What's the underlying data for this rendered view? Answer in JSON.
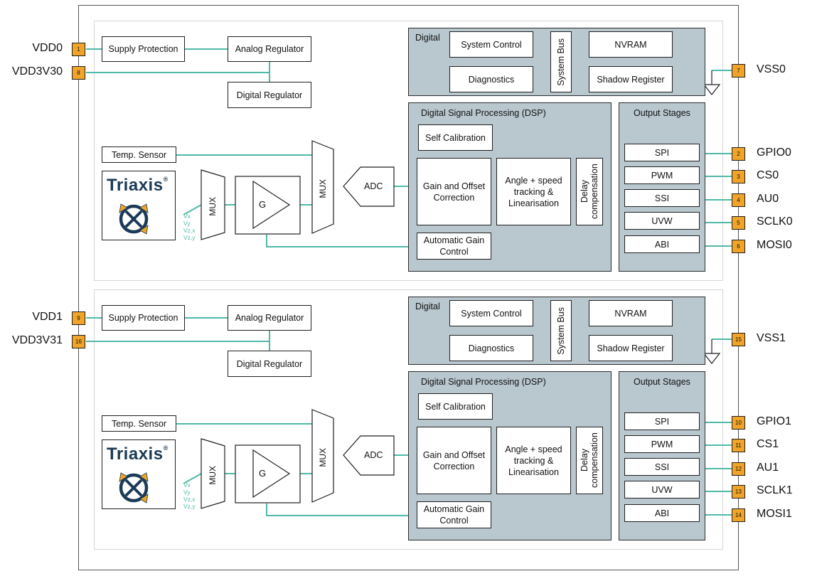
{
  "dies": [
    {
      "supply_protection": "Supply Protection",
      "analog_regulator": "Analog Regulator",
      "digital_regulator": "Digital Regulator",
      "temp_sensor": "Temp. Sensor",
      "logo_text": "Triaxis",
      "logo_mark": "®",
      "mux1": "MUX",
      "gain": "G",
      "mux2": "MUX",
      "adc": "ADC",
      "signals": [
        "Vx",
        "Vy",
        "Vz,x",
        "Vz,y"
      ],
      "digital": {
        "title": "Digital",
        "system_control": "System Control",
        "diagnostics": "Diagnostics",
        "system_bus": "System Bus",
        "nvram": "NVRAM",
        "shadow_register": "Shadow Register"
      },
      "dsp": {
        "title": "Digital Signal Processing (DSP)",
        "self_calibration": "Self Calibration",
        "gain_offset": "Gain and Offset Correction",
        "angle_speed": "Angle + speed tracking & Linearisation",
        "delay": "Delay compensation",
        "agc": "Automatic Gain Control"
      },
      "output_stages": {
        "title": "Output Stages",
        "items": [
          "SPI",
          "PWM",
          "SSI",
          "UVW",
          "ABI"
        ]
      },
      "pins": {
        "vdd": {
          "num": "1",
          "label": "VDD0"
        },
        "vdd3v3": {
          "num": "8",
          "label": "VDD3V30"
        },
        "vss": {
          "num": "7",
          "label": "VSS0"
        },
        "outputs": [
          {
            "num": "2",
            "label": "GPIO0"
          },
          {
            "num": "3",
            "label": "CS0"
          },
          {
            "num": "4",
            "label": "AU0"
          },
          {
            "num": "5",
            "label": "SCLK0"
          },
          {
            "num": "6",
            "label": "MOSI0"
          }
        ]
      }
    },
    {
      "supply_protection": "Supply Protection",
      "analog_regulator": "Analog Regulator",
      "digital_regulator": "Digital Regulator",
      "temp_sensor": "Temp. Sensor",
      "logo_text": "Triaxis",
      "logo_mark": "®",
      "mux1": "MUX",
      "gain": "G",
      "mux2": "MUX",
      "adc": "ADC",
      "signals": [
        "Vx",
        "Vy",
        "Vz,x",
        "Vz,y"
      ],
      "digital": {
        "title": "Digital",
        "system_control": "System Control",
        "diagnostics": "Diagnostics",
        "system_bus": "System Bus",
        "nvram": "NVRAM",
        "shadow_register": "Shadow Register"
      },
      "dsp": {
        "title": "Digital Signal Processing (DSP)",
        "self_calibration": "Self Calibration",
        "gain_offset": "Gain and Offset Correction",
        "angle_speed": "Angle + speed tracking & Linearisation",
        "delay": "Delay compensation",
        "agc": "Automatic Gain Control"
      },
      "output_stages": {
        "title": "Output Stages",
        "items": [
          "SPI",
          "PWM",
          "SSI",
          "UVW",
          "ABI"
        ]
      },
      "pins": {
        "vdd": {
          "num": "9",
          "label": "VDD1"
        },
        "vdd3v3": {
          "num": "16",
          "label": "VDD3V31"
        },
        "vss": {
          "num": "15",
          "label": "VSS1"
        },
        "outputs": [
          {
            "num": "10",
            "label": "GPIO1"
          },
          {
            "num": "11",
            "label": "CS1"
          },
          {
            "num": "12",
            "label": "AU1"
          },
          {
            "num": "13",
            "label": "SCLK1"
          },
          {
            "num": "14",
            "label": "MOSI1"
          }
        ]
      }
    }
  ],
  "colors": {
    "wire": "#4fb9a7",
    "panel": "#b9c7cf",
    "pin": "#f0a429",
    "logo": "#1b3a57",
    "arrow": "#f0a429"
  }
}
